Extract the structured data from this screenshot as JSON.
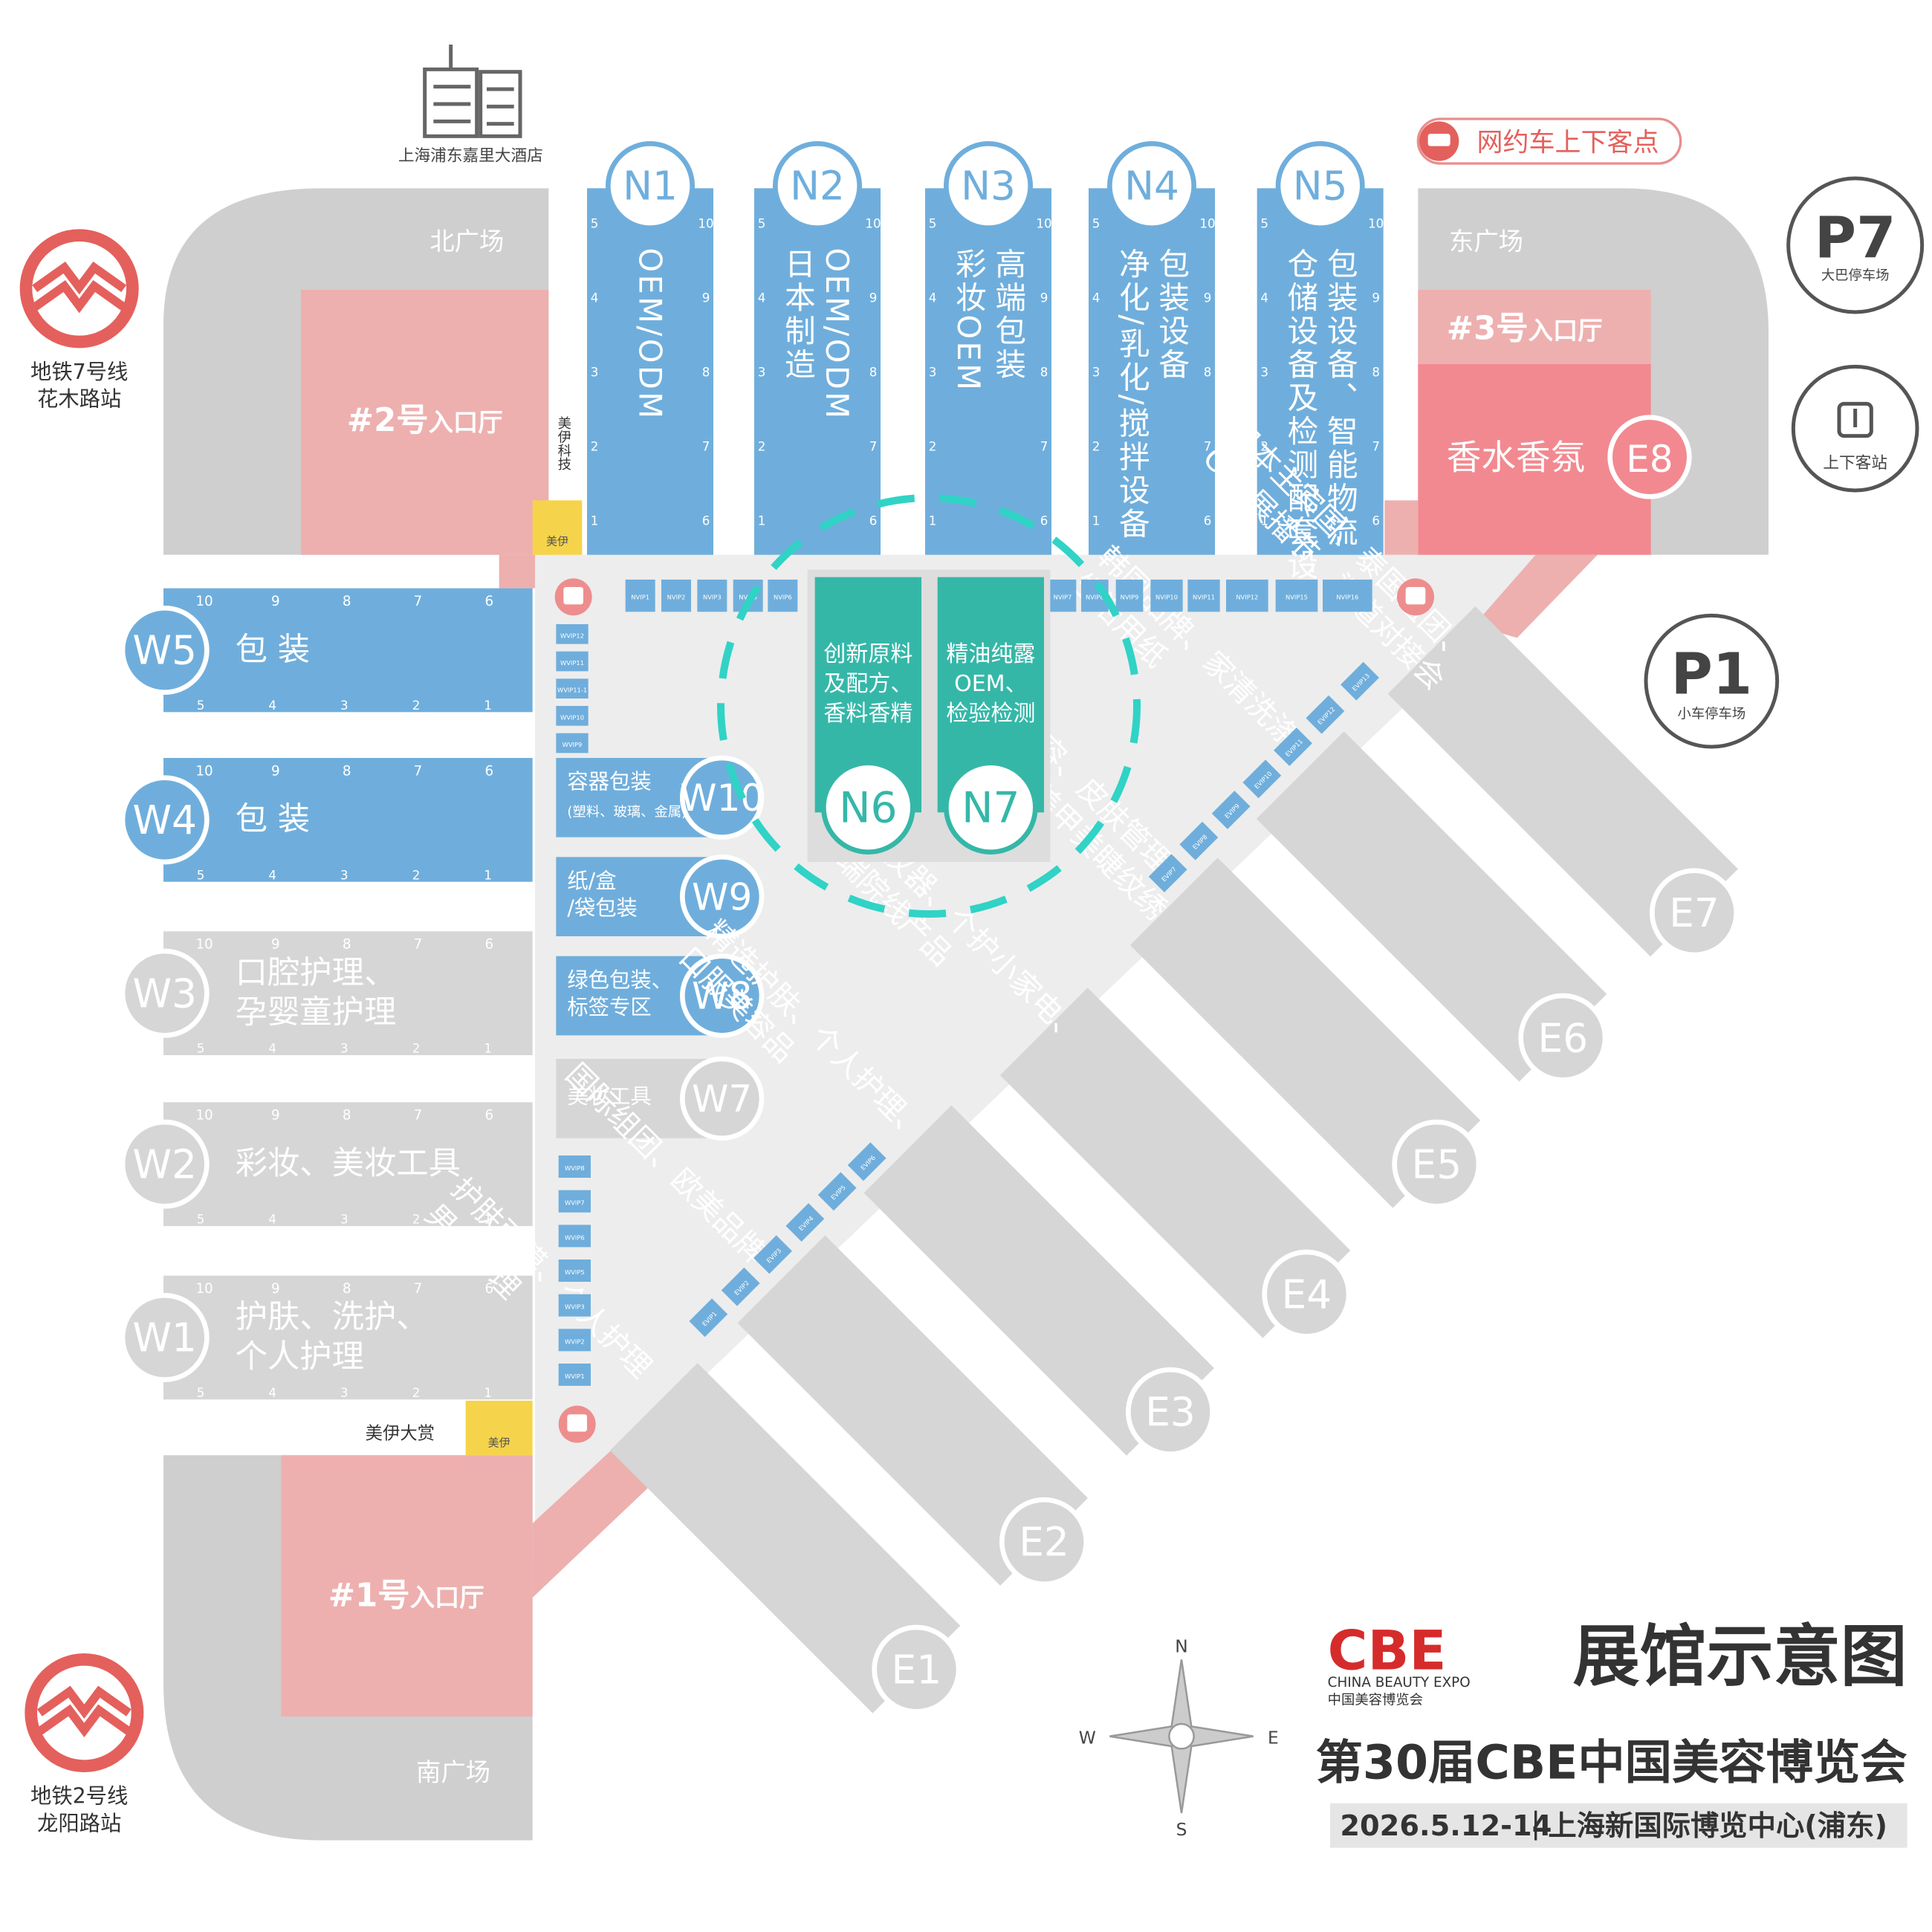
{
  "colors": {
    "blue": "#6FAEDC",
    "gray": "#D6D6D6",
    "pink": "#EDB0AF",
    "red": "#F28990",
    "teal": "#35B7A8",
    "plaza": "#CFCFCF",
    "floor": "#EDEDED",
    "metro": "#E4605C",
    "yellow": "#F5D44B",
    "title": "#333333"
  },
  "hotel_label": "上海浦东嘉里大酒店",
  "ride_hailing": "网约车上下客点",
  "plazas": {
    "north": "北广场",
    "east": "东广场",
    "south": "南广场"
  },
  "metro": [
    {
      "line": "地铁7号线",
      "station": "花木路站"
    },
    {
      "line": "地铁2号线",
      "station": "龙阳路站"
    }
  ],
  "parking": [
    {
      "code": "P7",
      "label": "大巴停车场"
    },
    {
      "code": "P1",
      "label": "小车停车场"
    }
  ],
  "bus_stop": "上下客站",
  "entrances": [
    {
      "num": "#2号",
      "hall": "入口厅"
    },
    {
      "num": "#3号",
      "hall": "入口厅"
    },
    {
      "num": "#1号",
      "hall": "入口厅"
    }
  ],
  "sponsors": {
    "top_vertical": "美伊科技",
    "bottom": "美伊大赏",
    "logo": "美伊"
  },
  "halls_north": [
    {
      "code": "N1",
      "lines": [
        "OEM/ODM"
      ]
    },
    {
      "code": "N2",
      "lines": [
        "OEM/ODM",
        "日本制造"
      ]
    },
    {
      "code": "N3",
      "lines": [
        "高端包装",
        "彩妆OEM"
      ]
    },
    {
      "code": "N4",
      "lines": [
        "包装设备",
        "净化/乳化/搅拌设备"
      ]
    },
    {
      "code": "N5",
      "lines": [
        "包装设备、智能物流",
        "仓储设备及检测配套设备"
      ]
    }
  ],
  "hall_e8": {
    "code": "E8",
    "label": "香水香氛"
  },
  "halls_center": [
    {
      "code": "N6",
      "lines": [
        "创新原料",
        "及配方、",
        "香料香精"
      ]
    },
    {
      "code": "N7",
      "lines": [
        "精油纯露",
        "OEM、",
        "检验检测"
      ]
    }
  ],
  "halls_west": [
    {
      "code": "W5",
      "lines": [
        "包 装"
      ]
    },
    {
      "code": "W4",
      "lines": [
        "包 装"
      ]
    },
    {
      "code": "W3",
      "lines": [
        "口腔护理、",
        "孕婴童护理"
      ]
    },
    {
      "code": "W2",
      "lines": [
        "彩妆、美妆工具"
      ]
    },
    {
      "code": "W1",
      "lines": [
        "护肤、洗护、",
        "个人护理"
      ]
    }
  ],
  "halls_inner_west": [
    {
      "code": "W10",
      "lines": [
        "容器包装",
        "(塑料、玻璃、金属)"
      ]
    },
    {
      "code": "W9",
      "lines": [
        "纸/盒",
        "/袋包装"
      ]
    },
    {
      "code": "W8",
      "lines": [
        "绿色包装、",
        "标签专区"
      ]
    },
    {
      "code": "W7",
      "lines": [
        "美妆工具"
      ]
    }
  ],
  "halls_east": [
    {
      "code": "E7",
      "lines": [
        "日本主宾国、泰国组团、",
        "CBE展播节、渠道对接会"
      ]
    },
    {
      "code": "E6",
      "lines": [
        "韩国品牌、家清洗涤、",
        "生活用纸"
      ]
    },
    {
      "code": "E5",
      "lines": [
        "功效美容、皮肤管理、",
        "大健康、美甲美睫纹绣"
      ]
    },
    {
      "code": "E4",
      "lines": [
        "美容仪器、个护小家电、",
        "高端院线产品"
      ]
    },
    {
      "code": "E3",
      "lines": [
        "精选护肤、个人护理、",
        "口服美容品"
      ]
    },
    {
      "code": "E2",
      "lines": [
        "国际组团、欧美品牌"
      ]
    },
    {
      "code": "E1",
      "lines": [
        "护肤面膜、个人护理",
        "男士护理"
      ]
    }
  ],
  "vip_top_left": [
    "NVIP1",
    "NVIP2",
    "NVIP3",
    "NVIP5",
    "NVIP6"
  ],
  "vip_top_right": [
    "NVIP7",
    "NVIP8",
    "NVIP9",
    "NVIP10",
    "NVIP11",
    "NVIP12",
    "NVIP15",
    "NVIP16"
  ],
  "vip_west_upper": [
    "WVIP12",
    "WVIP11",
    "WVIP11-1",
    "WVIP10",
    "WVIP9"
  ],
  "vip_west_lower": [
    "WVIP8",
    "WVIP7",
    "WVIP6",
    "WVIP5",
    "WVIP3",
    "WVIP2",
    "WVIP1"
  ],
  "vip_diag_upper": [
    "EVIP13",
    "EVIP12",
    "EVIP11",
    "EVIP10",
    "EVIP9",
    "EVIP8",
    "EVIP7"
  ],
  "vip_diag_lower": [
    "EVIP6",
    "EVIP5",
    "EVIP4",
    "EVIP3",
    "EVIP2",
    "EVIP1"
  ],
  "compass": {
    "n": "N",
    "s": "S",
    "e": "E",
    "w": "W"
  },
  "brand": {
    "logo": "CBE",
    "en": "CHINA BEAUTY EXPO",
    "cn": "中国美容博览会"
  },
  "map_title": "展馆示意图",
  "event_title": "第30届CBE中国美容博览会",
  "date": "2026.5.12-14",
  "venue": "上海新国际博览中心(浦东)"
}
